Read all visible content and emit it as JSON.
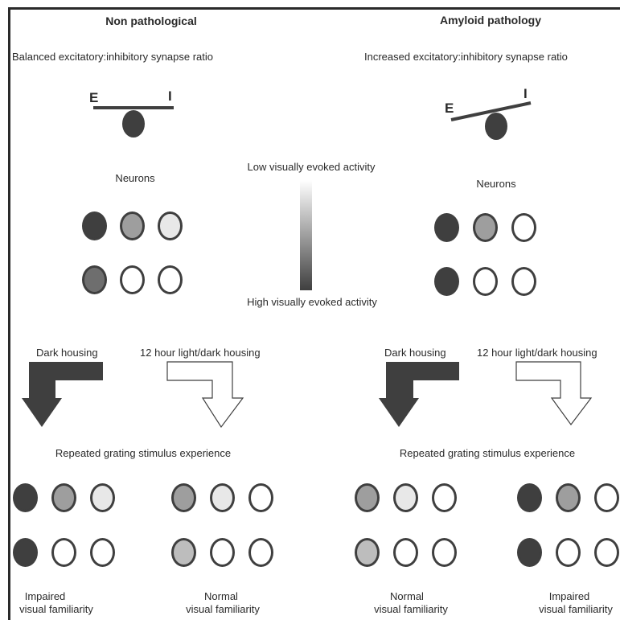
{
  "left": {
    "title": "Non pathological",
    "subtitle": "Balanced excitatory:inhibitory synapse ratio",
    "balance": {
      "E": "E",
      "I": "I"
    },
    "neurons_label": "Neurons",
    "neurons": [
      [
        "#3f3f3f",
        "#9e9e9e",
        "#e8e8e8"
      ],
      [
        "#6e6e6e",
        "#ffffff",
        "#ffffff"
      ]
    ]
  },
  "right": {
    "title": "Amyloid pathology",
    "subtitle": "Increased excitatory:inhibitory synapse ratio",
    "balance": {
      "E": "E",
      "I": "I"
    },
    "neurons_label": "Neurons",
    "neurons": [
      [
        "#3f3f3f",
        "#9e9e9e",
        "#ffffff"
      ],
      [
        "#3f3f3f",
        "#ffffff",
        "#ffffff"
      ]
    ]
  },
  "scale": {
    "low": "Low visually evoked activity",
    "high": "High visually evoked activity",
    "gradient": [
      "#ffffff",
      "#3f3f3f"
    ]
  },
  "housing": {
    "dark": "Dark housing",
    "light": "12 hour light/dark housing"
  },
  "experience": "Repeated grating stimulus experience",
  "outcomes": {
    "impaired": [
      "Impaired",
      "visual familiarity"
    ],
    "normal": [
      "Normal",
      "visual familiarity"
    ]
  },
  "outcome_neurons": {
    "left_dark": [
      [
        "#3f3f3f",
        "#9e9e9e",
        "#e8e8e8"
      ],
      [
        "#3f3f3f",
        "#ffffff",
        "#ffffff"
      ]
    ],
    "left_light": [
      [
        "#9e9e9e",
        "#e8e8e8",
        "#ffffff"
      ],
      [
        "#bdbdbd",
        "#ffffff",
        "#ffffff"
      ]
    ],
    "right_dark": [
      [
        "#9e9e9e",
        "#e8e8e8",
        "#ffffff"
      ],
      [
        "#bdbdbd",
        "#ffffff",
        "#ffffff"
      ]
    ],
    "right_light": [
      [
        "#3f3f3f",
        "#9e9e9e",
        "#ffffff"
      ],
      [
        "#3f3f3f",
        "#ffffff",
        "#ffffff"
      ]
    ]
  },
  "colors": {
    "ink": "#3f3f3f",
    "text": "#2a2a2a"
  }
}
